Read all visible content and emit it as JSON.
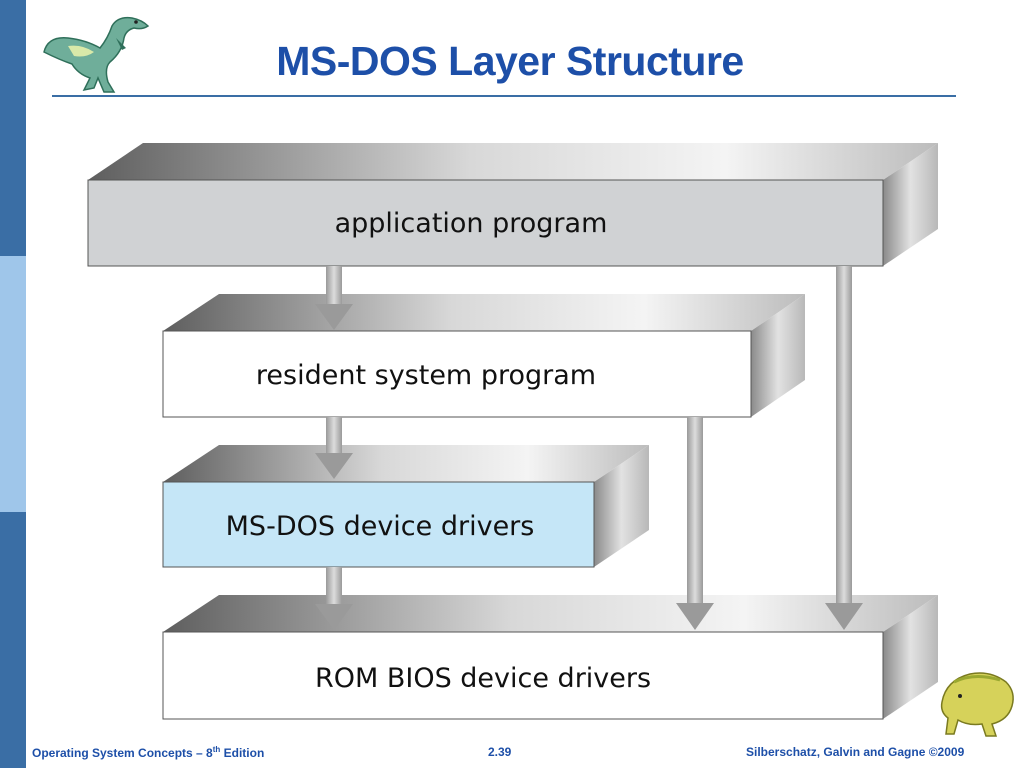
{
  "slide": {
    "title": "MS-DOS Layer Structure"
  },
  "diagram": {
    "layers": [
      {
        "id": "application",
        "label": "application program",
        "color": "#d0d2d4"
      },
      {
        "id": "resident",
        "label": "resident system program",
        "color": "#ffffff"
      },
      {
        "id": "msdos-drivers",
        "label": "MS-DOS device drivers",
        "color": "#c5e6f7"
      },
      {
        "id": "rom-bios",
        "label": "ROM BIOS device drivers",
        "color": "#ffffff"
      }
    ]
  },
  "footer": {
    "book": "Operating System Concepts – 8",
    "book_sup": "th",
    "book_suffix": " Edition",
    "page": "2.39",
    "copyright": "Silberschatz, Galvin and Gagne ©2009"
  }
}
